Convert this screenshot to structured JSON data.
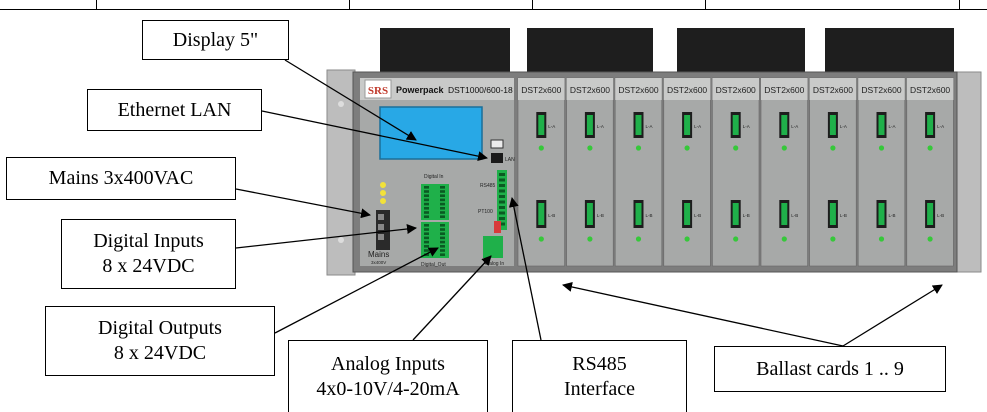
{
  "device": {
    "brand": "SRS",
    "product": "Powerpack",
    "model": "DST1000/600-18",
    "card_labels": [
      "DST2x600",
      "DST2x600",
      "DST2x600",
      "DST2x600",
      "DST2x600",
      "DST2x600",
      "DST2x600",
      "DST2x600",
      "DST2x600"
    ],
    "panel_labels": {
      "digital_in": "Digital In",
      "digital_out": "Digital_Out",
      "analog_in": "Analog In",
      "rs485": "RS485",
      "pt100": "PT100",
      "lan": "LAN",
      "mains": "Mains",
      "mains_sub": "3x400V",
      "card_top": "L-A",
      "card_bottom": "L-B"
    }
  },
  "callouts": {
    "display": {
      "lines": [
        "Display 5\""
      ]
    },
    "ethernet": {
      "lines": [
        "Ethernet LAN"
      ]
    },
    "mains": {
      "lines": [
        "Mains 3x400VAC"
      ]
    },
    "digital_inputs": {
      "lines": [
        "Digital Inputs",
        "8 x 24VDC"
      ]
    },
    "digital_outputs": {
      "lines": [
        "Digital Outputs",
        "8 x 24VDC"
      ]
    },
    "analog_inputs": {
      "lines": [
        "Analog Inputs",
        "4x0-10V/4-20mA"
      ]
    },
    "rs485": {
      "lines": [
        "RS485",
        "Interface"
      ]
    },
    "ballast": {
      "lines": [
        "Ballast cards 1 .. 9"
      ]
    }
  },
  "colors": {
    "chassis": "#8c8c8c",
    "chassis_dark": "#6e6e6e",
    "panel": "#a7a9a8",
    "display": "#28a8e6",
    "connector": "#1fb04a",
    "led": "#36c83a",
    "led_yellow": "#f2e23a",
    "fan": "#1e1e1e",
    "rs485_red": "#d83a3a"
  }
}
